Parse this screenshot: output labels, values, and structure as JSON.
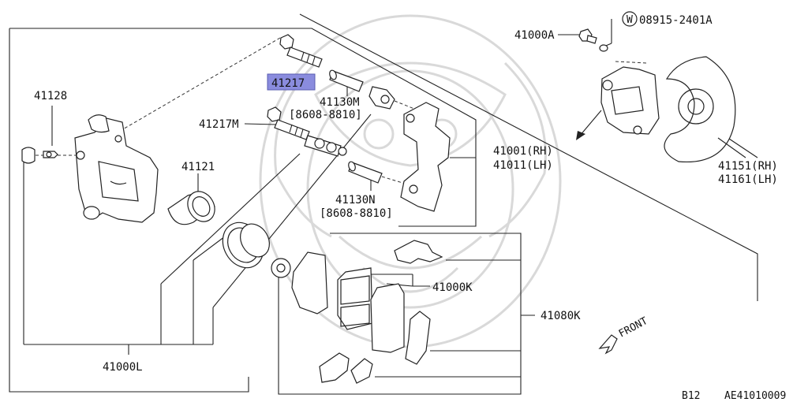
{
  "labels": {
    "p41217_highlight": "41217",
    "p41217M": "41217M",
    "p41128": "41128",
    "p41121": "41121",
    "p41130M": "41130M",
    "p41130M_range": "[8608-8810]",
    "p41130N": "41130N",
    "p41130N_range": "[8608-8810]",
    "p41001": "41001(RH)",
    "p41011": "41011(LH)",
    "p41000A": "41000A",
    "washer_symbol": "W",
    "p08915": "08915-2401A",
    "p41151": "41151(RH)",
    "p41161": "41161(LH)",
    "p41000K": "41000K",
    "p41080K": "41080K",
    "p41000L": "41000L",
    "front": "FRONT",
    "footer_section": "B12",
    "footer_code": "AE41010009"
  },
  "colors": {
    "highlight": "#8a8cde",
    "line": "#222222",
    "watermark": "#d9d9d9"
  }
}
